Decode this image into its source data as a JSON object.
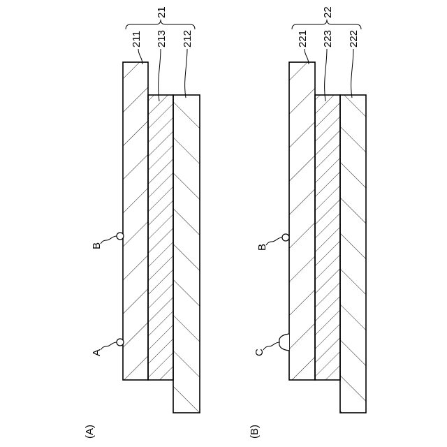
{
  "figure": {
    "panel_a": {
      "caption": "(A)",
      "group_label": "21",
      "layer_labels": [
        "211",
        "213",
        "212"
      ],
      "marker_labels": [
        "A",
        "B"
      ]
    },
    "panel_b": {
      "caption": "(B)",
      "group_label": "22",
      "layer_labels": [
        "221",
        "223",
        "222"
      ],
      "marker_labels": [
        "B",
        "C"
      ]
    }
  },
  "colors": {
    "stroke": "#000000",
    "background": "#ffffff"
  }
}
